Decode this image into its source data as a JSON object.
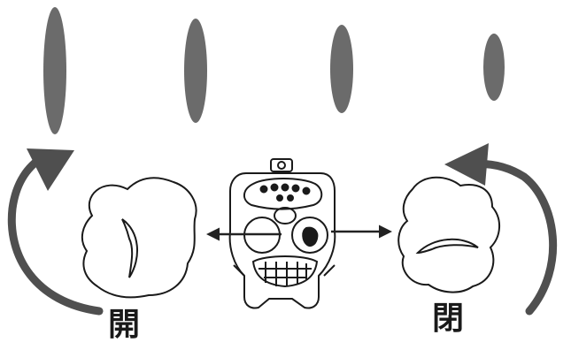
{
  "labels": {
    "open": "開",
    "closed": "閉"
  },
  "slits": {
    "color": "#666666",
    "stages": [
      "wide-open",
      "open",
      "half-open",
      "narrow"
    ]
  },
  "arrows": {
    "color": "#555555"
  }
}
